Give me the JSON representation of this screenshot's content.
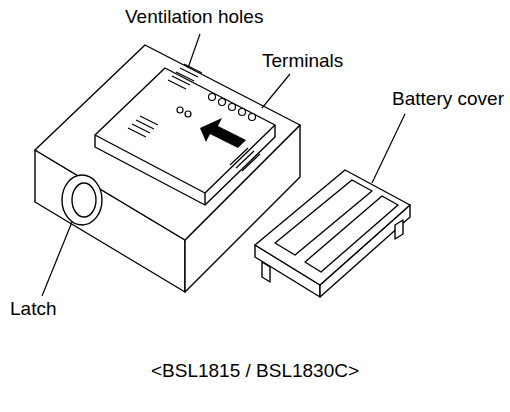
{
  "diagram": {
    "caption": "<BSL1815 / BSL1830C>",
    "labels": [
      "Ventilation holes",
      "Terminals",
      "Battery cover",
      "Latch"
    ]
  }
}
